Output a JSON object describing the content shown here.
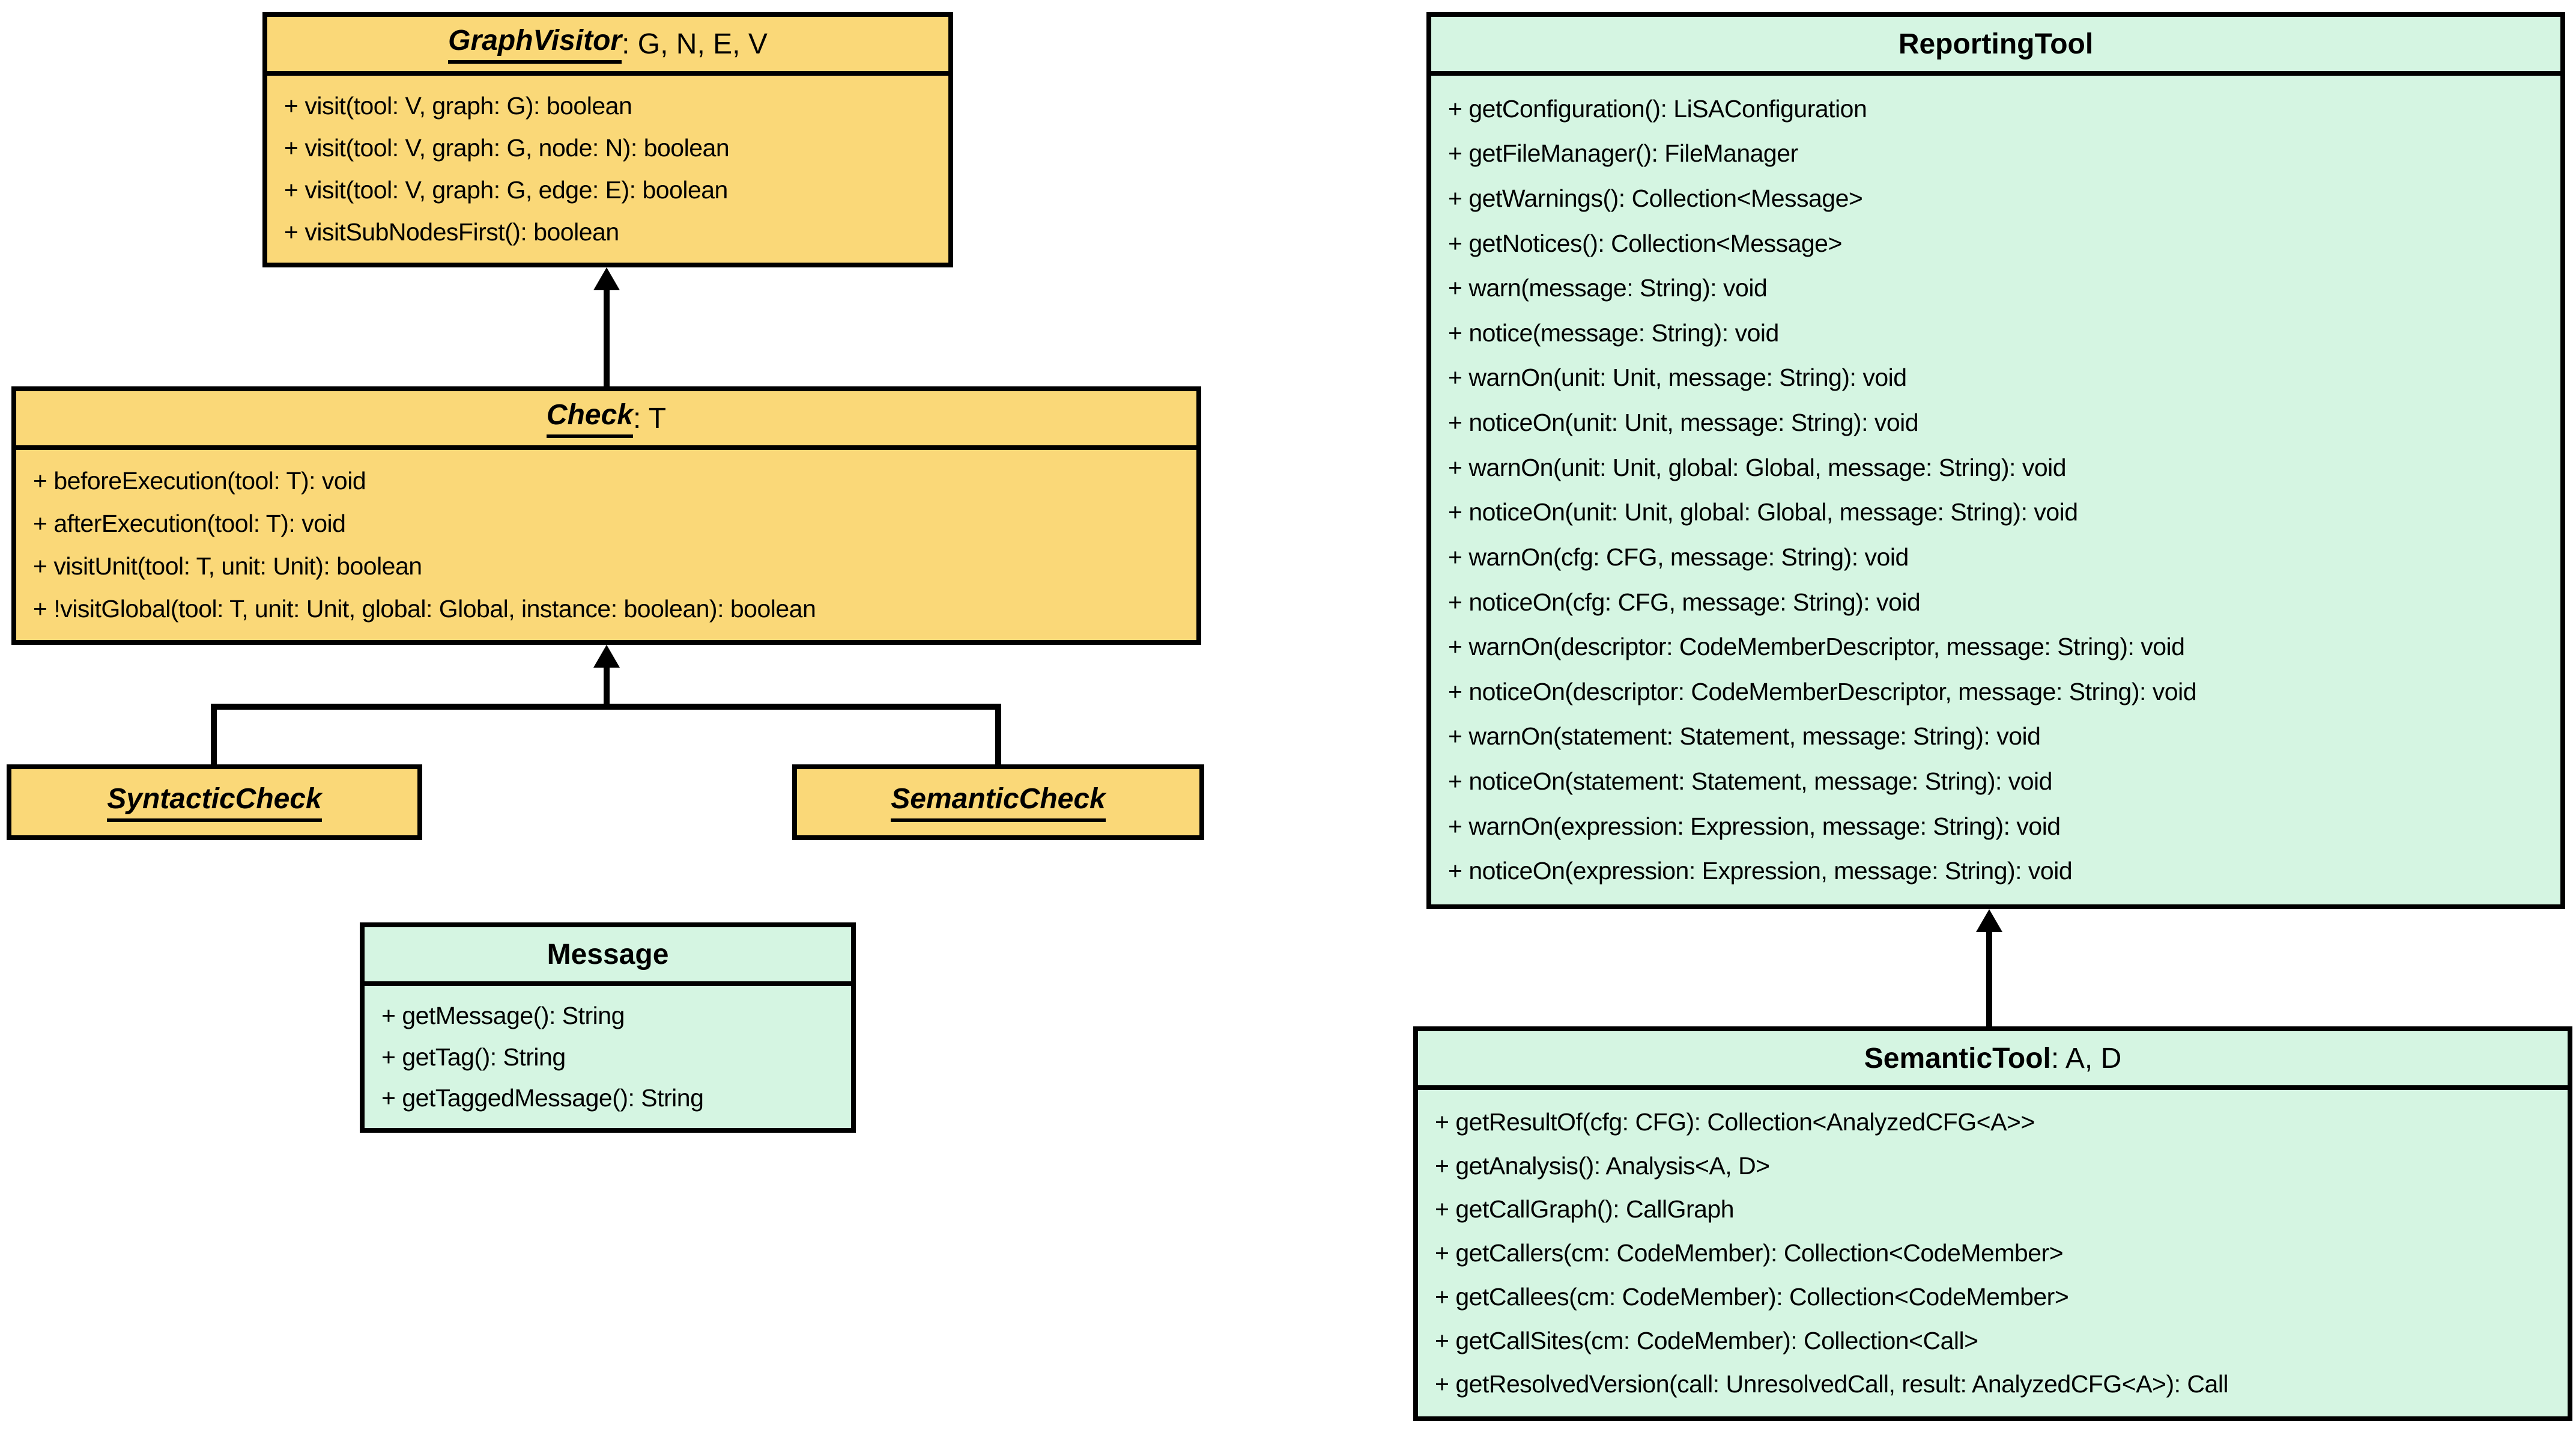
{
  "diagram_type": "uml-class-diagram",
  "colors": {
    "orange": "#FAD878",
    "green": "#D5F5E2",
    "border": "#000000",
    "background": "#FFFFFF",
    "line": "#000000"
  },
  "classes": [
    {
      "name": "GraphVisitor",
      "suffix": ": G, N, E, V",
      "abstract": true,
      "color": "orange",
      "methods": [
        "+ visit(tool: V, graph: G): boolean",
        "+ visit(tool: V, graph: G, node: N): boolean",
        "+ visit(tool: V, graph: G, edge: E): boolean",
        "+ visitSubNodesFirst(): boolean"
      ]
    },
    {
      "name": "Check",
      "suffix": ": T",
      "abstract": true,
      "color": "orange",
      "methods": [
        "+ beforeExecution(tool: T): void",
        "+ afterExecution(tool: T): void",
        "+ visitUnit(tool: T, unit: Unit): boolean",
        "+ !visitGlobal(tool: T, unit: Unit, global: Global, instance: boolean): boolean"
      ]
    },
    {
      "name": "SyntacticCheck",
      "suffix": "",
      "abstract": true,
      "color": "orange",
      "methods": []
    },
    {
      "name": "SemanticCheck",
      "suffix": "",
      "abstract": true,
      "color": "orange",
      "methods": []
    },
    {
      "name": "Message",
      "suffix": "",
      "abstract": false,
      "color": "green",
      "methods": [
        "+ getMessage(): String",
        "+ getTag(): String",
        "+ getTaggedMessage(): String"
      ]
    },
    {
      "name": "ReportingTool",
      "suffix": "",
      "abstract": false,
      "color": "green",
      "methods": [
        "+ getConfiguration(): LiSAConfiguration",
        "+ getFileManager(): FileManager",
        "+ getWarnings(): Collection<Message>",
        "+ getNotices(): Collection<Message>",
        "+ warn(message: String): void",
        "+ notice(message: String): void",
        "+ warnOn(unit: Unit, message: String): void",
        "+ noticeOn(unit: Unit, message: String): void",
        "+ warnOn(unit: Unit, global: Global, message: String): void",
        "+ noticeOn(unit: Unit, global: Global, message: String): void",
        "+ warnOn(cfg: CFG, message: String): void",
        "+ noticeOn(cfg: CFG, message: String): void",
        "+ warnOn(descriptor: CodeMemberDescriptor, message: String): void",
        "+ noticeOn(descriptor: CodeMemberDescriptor, message: String): void",
        "+ warnOn(statement: Statement, message: String): void",
        "+ noticeOn(statement: Statement, message: String): void",
        "+ warnOn(expression: Expression, message: String): void",
        "+ noticeOn(expression: Expression, message: String): void"
      ]
    },
    {
      "name": "SemanticTool",
      "suffix": ": A, D",
      "abstract": false,
      "color": "green",
      "methods": [
        "+ getResultOf(cfg: CFG): Collection<AnalyzedCFG<A>>",
        "+ getAnalysis(): Analysis<A, D>",
        "+ getCallGraph(): CallGraph",
        "+ getCallers(cm: CodeMember): Collection<CodeMember>",
        "+ getCallees(cm: CodeMember): Collection<CodeMember>",
        "+ getCallSites(cm: CodeMember): Collection<Call>",
        "+ getResolvedVersion(call: UnresolvedCall, result: AnalyzedCFG<A>): Call"
      ]
    }
  ],
  "relations": [
    {
      "from": "Check",
      "to": "GraphVisitor",
      "type": "inheritance"
    },
    {
      "from": "SyntacticCheck",
      "to": "Check",
      "type": "inheritance"
    },
    {
      "from": "SemanticCheck",
      "to": "Check",
      "type": "inheritance"
    },
    {
      "from": "SemanticTool",
      "to": "ReportingTool",
      "type": "inheritance"
    }
  ]
}
